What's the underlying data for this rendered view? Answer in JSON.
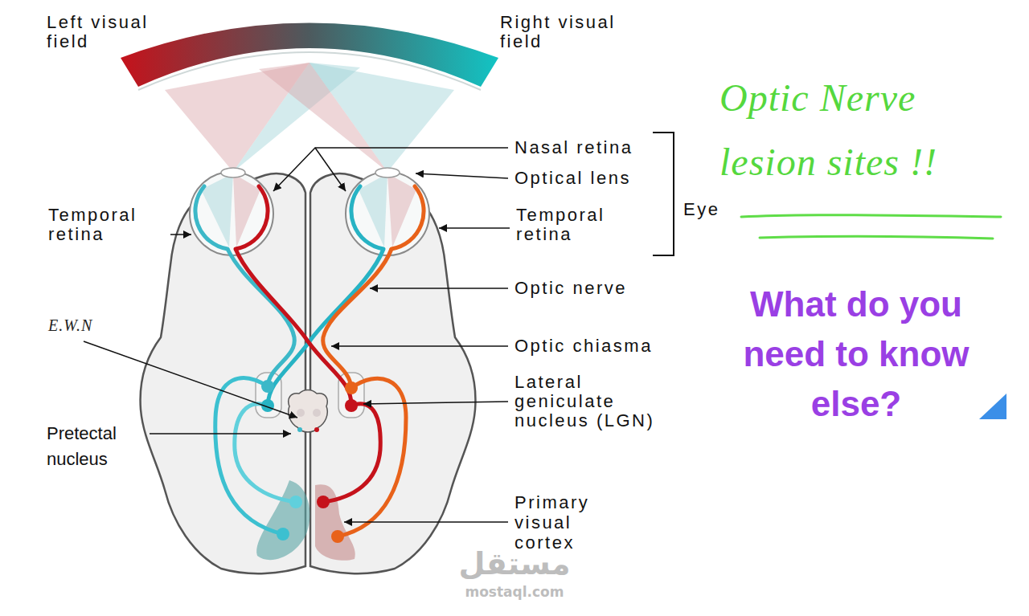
{
  "diagram": {
    "title": "Optic Nerve lesion sites !!",
    "labels": [
      "Left visual field",
      "Right visual field",
      "Nasal retina",
      "Optical lens",
      "Temporal retina",
      "Temporal retina",
      "Eye",
      "Optic nerve",
      "E.W.N",
      "Optic chiasma",
      "Lateral geniculate nucleus (LGN)",
      "Pretectal nucleus",
      "Primary visual cortex",
      "What do you need to know else?",
      "مستقل",
      "mostaql.com"
    ]
  }
}
